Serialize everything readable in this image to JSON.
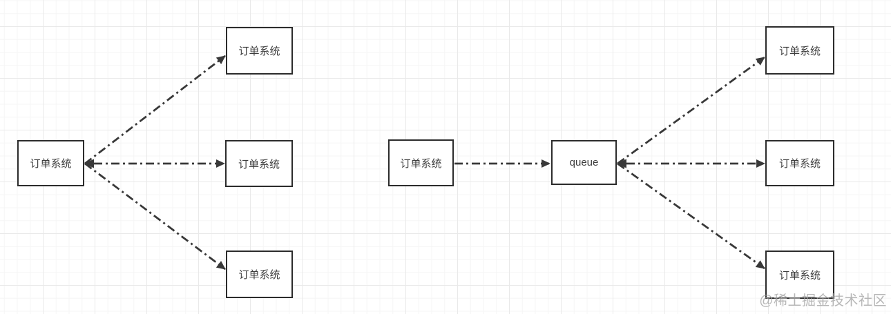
{
  "canvas": {
    "watermark": "@稀土掘金技术社区",
    "background": "light-grid",
    "colors": {
      "edge": "#383838",
      "node_border": "#2b2b2b",
      "node_fill": "#ffffff",
      "node_text": "#3d3d3d",
      "grid_minor": "#f5f5f5",
      "grid_major": "#e9e9e9",
      "watermark": "#a6a6a6"
    }
  },
  "diagrams": {
    "left": {
      "source": {
        "label": "订单系统"
      },
      "targets": [
        {
          "label": "订单系统"
        },
        {
          "label": "订单系统"
        },
        {
          "label": "订单系统"
        }
      ],
      "connections": [
        "source -> target-top",
        "source <-> target-middle",
        "source -> target-bottom"
      ],
      "edge_style": "dash-dot"
    },
    "right": {
      "source": {
        "label": "订单系统"
      },
      "queue": {
        "label": "queue"
      },
      "targets": [
        {
          "label": "订单系统"
        },
        {
          "label": "订单系统"
        },
        {
          "label": "订单系统"
        }
      ],
      "connections": [
        "source -> queue",
        "queue -> target-top",
        "queue <-> target-middle",
        "queue -> target-bottom"
      ],
      "edge_style": "dash-dot"
    }
  }
}
